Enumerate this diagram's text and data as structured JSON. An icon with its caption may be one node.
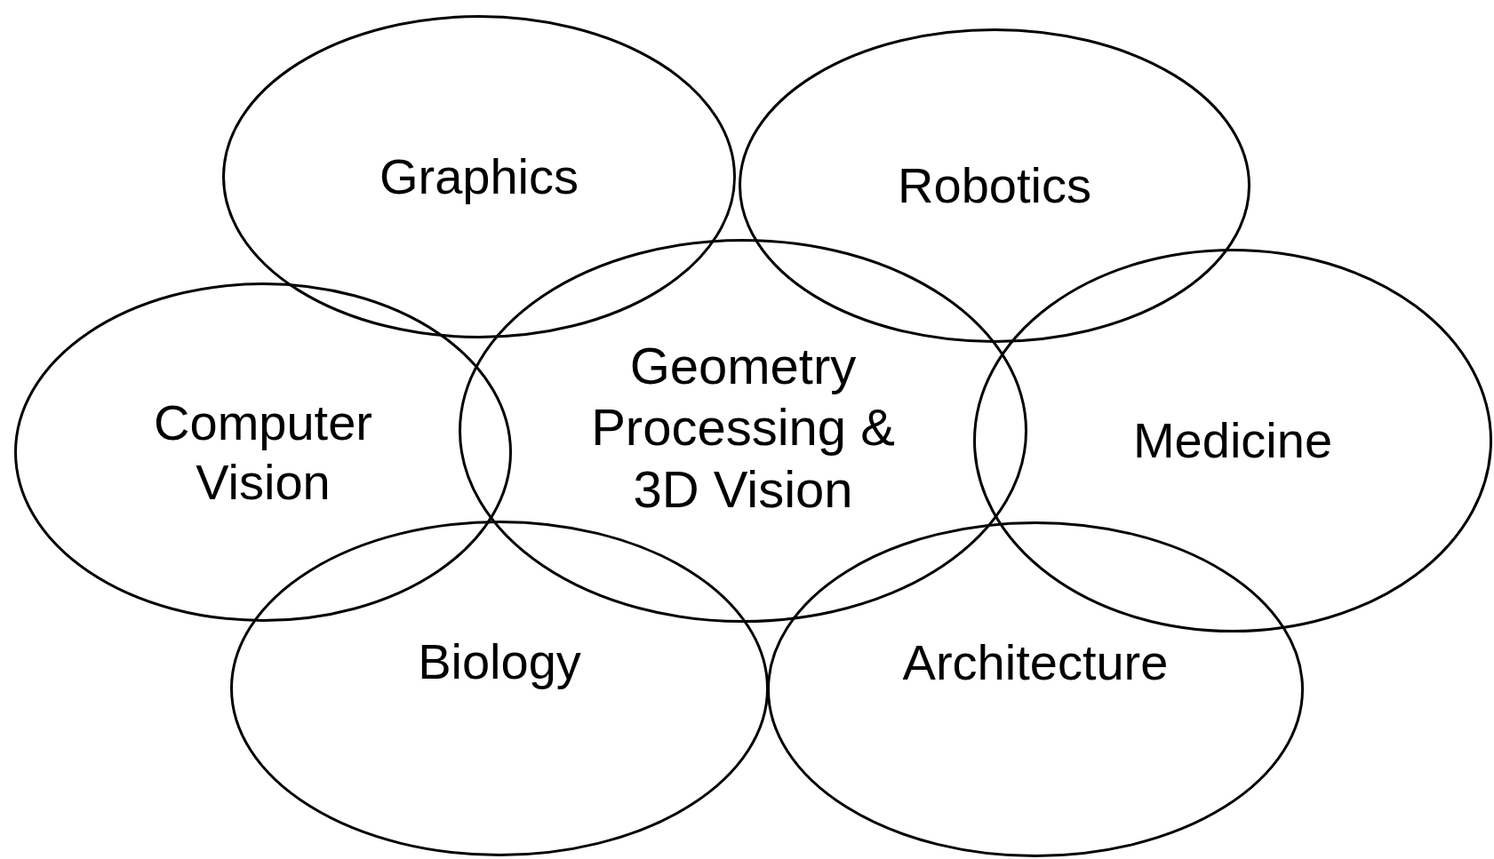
{
  "diagram": {
    "nodes": [
      {
        "text": [
          "Graphics"
        ]
      },
      {
        "text": [
          "Robotics"
        ]
      },
      {
        "text": [
          "Computer Vision"
        ]
      },
      {
        "text": [
          "Geometry Processing & 3D Vision"
        ]
      },
      {
        "text": [
          "Medicine"
        ]
      },
      {
        "text": [
          "Biology"
        ]
      },
      {
        "text": [
          "Architecture"
        ]
      }
    ]
  }
}
